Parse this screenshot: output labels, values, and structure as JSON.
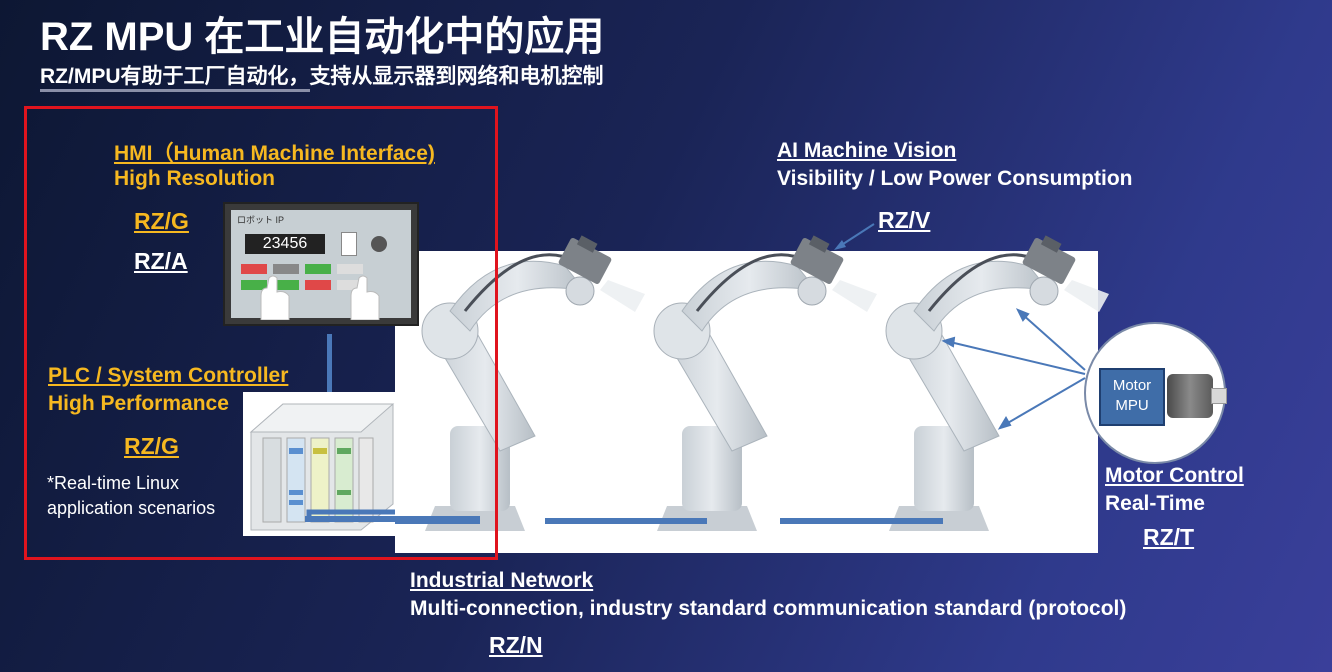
{
  "header": {
    "title": "RZ MPU 在工业自动化中的应用",
    "subtitle": "RZ/MPU有助于工厂自动化，支持从显示器到网络和电机控制"
  },
  "hmi": {
    "heading": "HMI（Human Machine Interface)",
    "feature": "High Resolution",
    "chips": [
      "RZ/G",
      "RZ/A"
    ],
    "screen_value": "23456",
    "screen_label": "ロボット IP"
  },
  "plc": {
    "heading": "PLC / System Controller",
    "feature": "High Performance",
    "chip": "RZ/G",
    "note_line1": "*Real-time Linux",
    "note_line2": "application scenarios"
  },
  "vision": {
    "heading": "AI Machine Vision",
    "feature": "Visibility / Low Power Consumption",
    "chip": "RZ/V"
  },
  "motor": {
    "heading": "Motor Control",
    "feature": "Real-Time",
    "chip": "RZ/T",
    "box_line1": "Motor",
    "box_line2": "MPU"
  },
  "network": {
    "heading": "Industrial Network",
    "feature": "Multi-connection, industry standard communication standard (protocol)",
    "chip": "RZ/N"
  },
  "colors": {
    "accent_yellow": "#f6b820",
    "highlight_red": "#e0141e",
    "network_blue": "#4a78b8"
  }
}
